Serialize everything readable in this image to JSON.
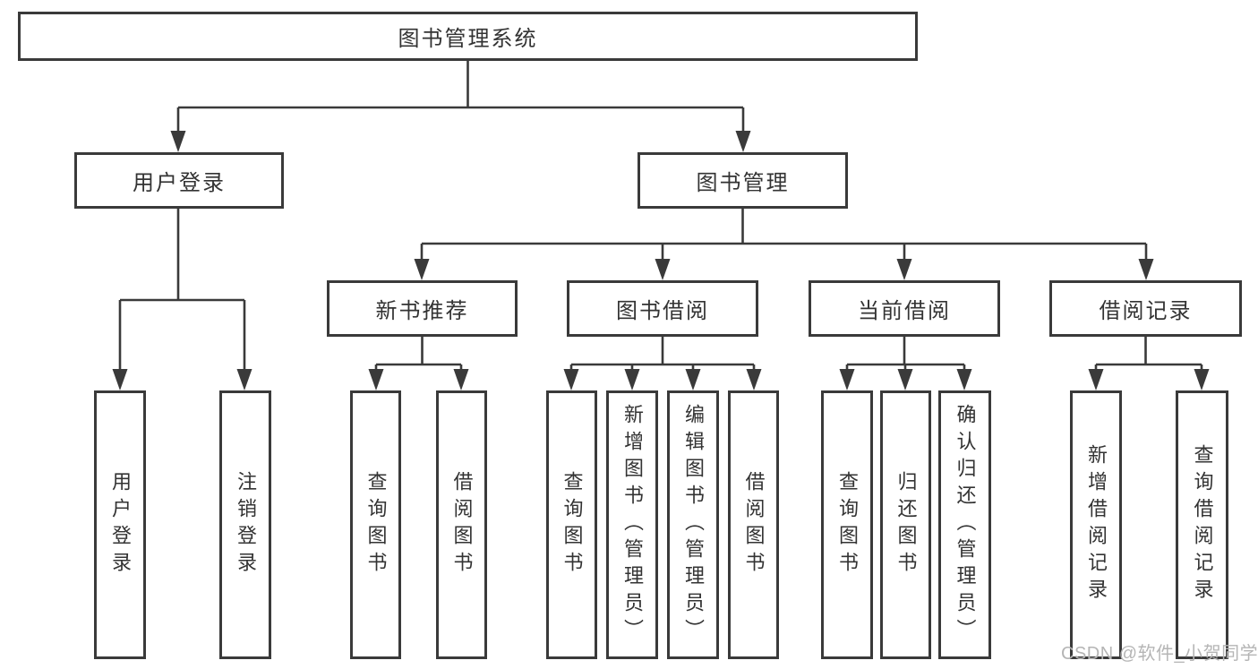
{
  "diagram": {
    "root": {
      "label": "图书管理系统"
    },
    "branches": [
      {
        "label": "用户登录",
        "leaves": [
          {
            "label": "用户登录"
          },
          {
            "label": "注销登录"
          }
        ]
      },
      {
        "label": "图书管理",
        "groups": [
          {
            "label": "新书推荐",
            "leaves": [
              {
                "label": "查询图书"
              },
              {
                "label": "借阅图书"
              }
            ]
          },
          {
            "label": "图书借阅",
            "leaves": [
              {
                "label": "查询图书"
              },
              {
                "label": "新增图书（管理员）"
              },
              {
                "label": "编辑图书（管理员）"
              },
              {
                "label": "借阅图书"
              }
            ]
          },
          {
            "label": "当前借阅",
            "leaves": [
              {
                "label": "查询图书"
              },
              {
                "label": "归还图书"
              },
              {
                "label": "确认归还（管理员）"
              }
            ]
          },
          {
            "label": "借阅记录",
            "leaves": [
              {
                "label": "新增借阅记录"
              },
              {
                "label": "查询借阅记录"
              }
            ]
          }
        ]
      }
    ]
  },
  "watermark": {
    "text": "CSDN @软件_小贺同学"
  },
  "colors": {
    "line": "#3a3a3a",
    "text": "#333333",
    "watermark_gray": "#b5b5b5",
    "background": "#ffffff"
  }
}
